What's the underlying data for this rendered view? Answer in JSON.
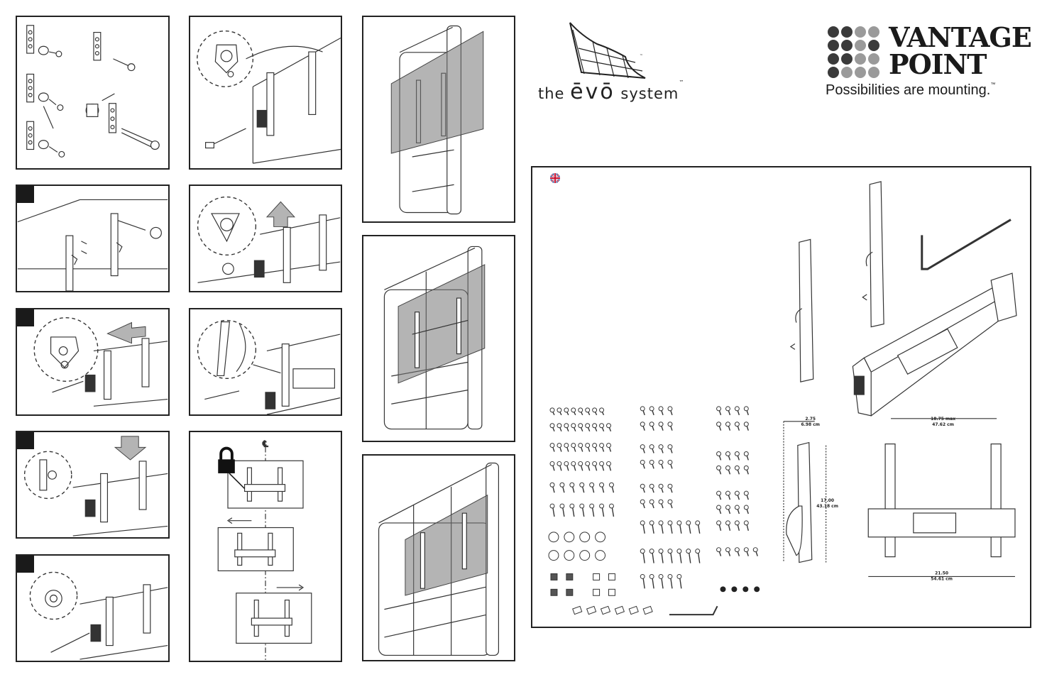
{
  "brand": {
    "evo_prefix": "the",
    "evo_name": "ēvō",
    "evo_suffix": "system",
    "trademark": "™",
    "company_line1": "VANTAGE",
    "company_line2": "POINT",
    "tagline": "Possibilities are mounting.",
    "dot_colors": [
      "#3a3a3a",
      "#9a9a9a"
    ]
  },
  "icons": {
    "flag": "uk-flag-icon",
    "lock": "padlock-icon",
    "centerline": "centerline-icon"
  },
  "dimensions": {
    "depth_in": "2.75",
    "depth_cm": "6.98 cm",
    "height_in": "17.00",
    "height_cm": "43.18 cm",
    "max_in": "18.75 max",
    "max_cm": "47.62 cm",
    "width_in": "21.50",
    "width_cm": "54.61 cm"
  },
  "steps": {
    "count": 4
  }
}
